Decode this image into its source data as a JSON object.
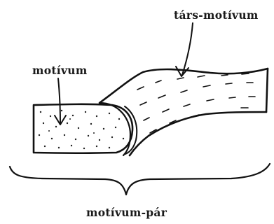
{
  "diagram": {
    "labels": {
      "partner_motif": "társ-motívum",
      "motif": "motívum",
      "motif_pair": "motívum-pár"
    }
  }
}
